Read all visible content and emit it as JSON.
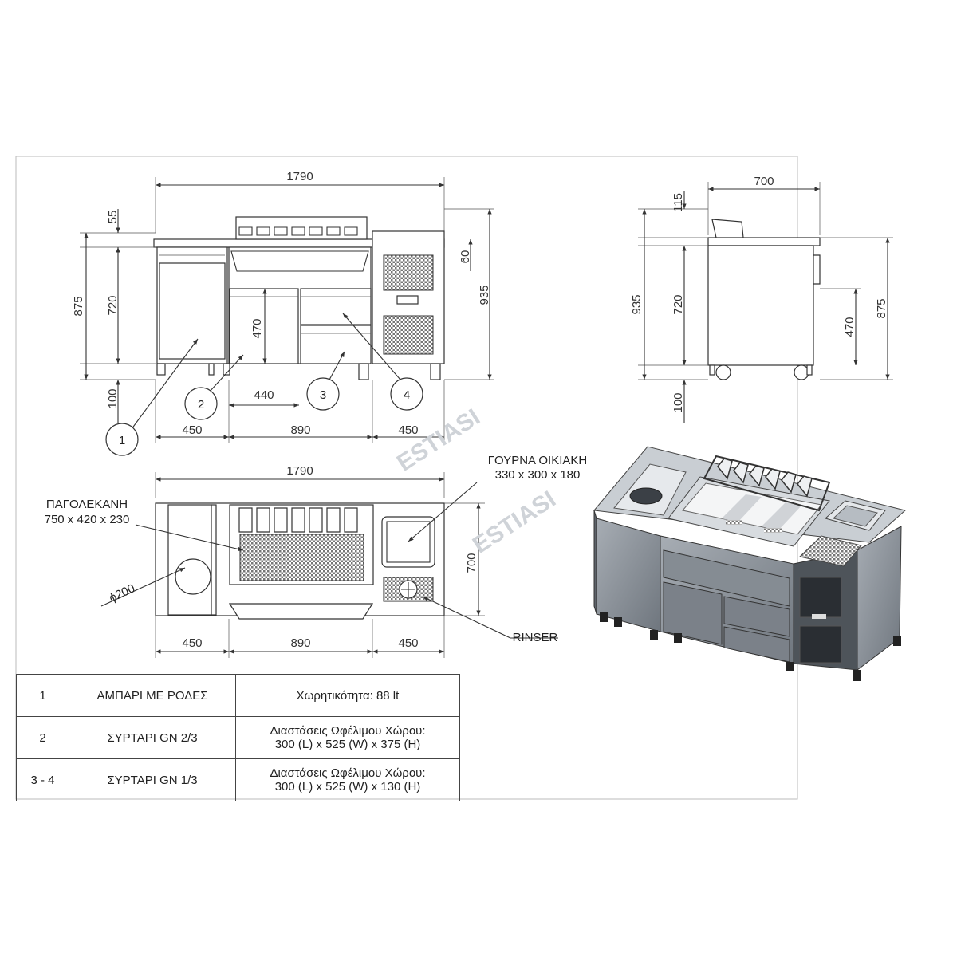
{
  "front_view": {
    "width_total": "1790",
    "top_height": "55",
    "gap_height": "60",
    "body_height": "720",
    "total_height": "875",
    "overall_height": "935",
    "drawer_height": "470",
    "leg_height": "100",
    "drawer_width": "440",
    "section_widths": [
      "450",
      "890",
      "450"
    ],
    "callouts": [
      "1",
      "2",
      "3",
      "4"
    ]
  },
  "side_view": {
    "depth": "700",
    "top_height": "115",
    "overall_height": "935",
    "body_height": "720",
    "drawer_height": "470",
    "total_height": "875",
    "leg_height": "100"
  },
  "top_view": {
    "width_total": "1790",
    "depth": "700",
    "hole_diameter": "ϕ200",
    "section_widths": [
      "450",
      "890",
      "450"
    ],
    "ice_bin_label": "ΠΑΓΟΛΕΚΑΝΗ",
    "ice_bin_dims": "750 x 420 x 230",
    "sink_label": "ΓΟΥΡΝΑ ΟΙΚΙΑΚΗ",
    "sink_dims": "330 x 300 x 180",
    "rinser_label": "RINSER"
  },
  "watermark": "ESTIASI",
  "spec_table": [
    {
      "num": "1",
      "item": "ΑΜΠΑΡΙ ΜΕ ΡΟΔΕΣ",
      "desc": [
        "Χωρητικότητα: 88 lt"
      ]
    },
    {
      "num": "2",
      "item": "ΣΥΡΤΑΡΙ GN 2/3",
      "desc": [
        "Διαστάσεις Ωφέλιμου Χώρου:",
        "300 (L) x 525 (W) x 375 (H)"
      ]
    },
    {
      "num": "3 - 4",
      "item": "ΣΥΡΤΑΡΙ GN 1/3",
      "desc": [
        "Διαστάσεις Ωφέλιμου Χώρου:",
        "300 (L) x 525 (W) x 130 (H)"
      ]
    }
  ],
  "colors": {
    "line": "#333333",
    "metal": "#8f959c",
    "watermark": "#cfd3d8"
  }
}
